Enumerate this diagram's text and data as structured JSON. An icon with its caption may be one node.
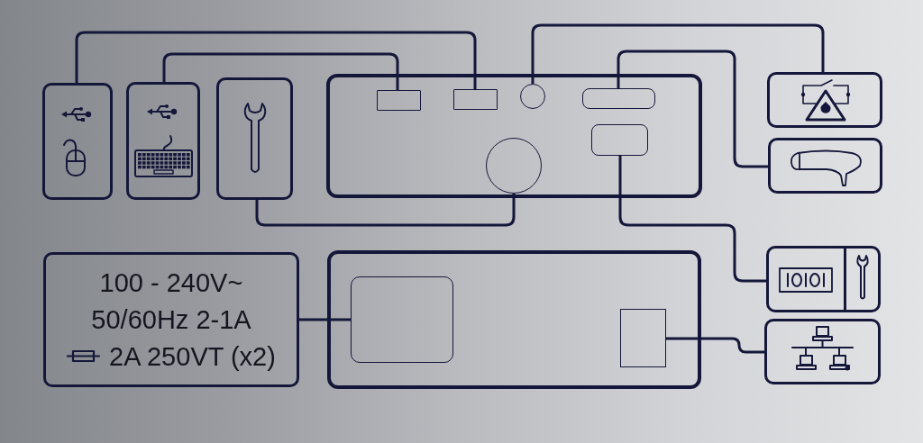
{
  "diagram": {
    "nodes": [
      {
        "text": [],
        "shape": "box"
      },
      {
        "text": [],
        "shape": "box"
      },
      {
        "text": [],
        "shape": "box"
      },
      {
        "text": [],
        "shape": "box"
      },
      {
        "text": [],
        "shape": "box",
        "in": 3
      },
      {
        "text": [],
        "shape": "box",
        "in": 3
      },
      {
        "text": [],
        "shape": "circle",
        "in": 3
      },
      {
        "text": [],
        "shape": "box",
        "in": 3
      },
      {
        "text": [],
        "shape": "box",
        "in": 3
      },
      {
        "text": [],
        "shape": "circle",
        "in": 3
      },
      {
        "text": [],
        "shape": "box"
      },
      {
        "text": [],
        "shape": "box"
      },
      {
        "text": [
          "100 - 240V~",
          "50/60Hz 2-1A",
          "2A 250VT (x2)"
        ]
      },
      {
        "text": [],
        "shape": "box"
      },
      {
        "text": [],
        "shape": "box",
        "in": 13
      },
      {
        "text": [],
        "shape": "box",
        "in": 13
      },
      {
        "text": [],
        "shape": "box"
      },
      {
        "text": [],
        "shape": "box"
      }
    ],
    "edges": [
      {
        "from": 0,
        "to": 5,
        "arrow": "none"
      },
      {
        "from": 1,
        "to": 4,
        "arrow": "none"
      },
      {
        "from": 2,
        "to": 9,
        "arrow": "none"
      },
      {
        "from": 6,
        "to": 10,
        "arrow": "none"
      },
      {
        "from": 7,
        "to": 11,
        "arrow": "none"
      },
      {
        "from": 8,
        "to": 16,
        "arrow": "none"
      },
      {
        "from": 12,
        "to": 14,
        "arrow": "none"
      },
      {
        "from": 15,
        "to": 17,
        "arrow": "none"
      }
    ]
  }
}
